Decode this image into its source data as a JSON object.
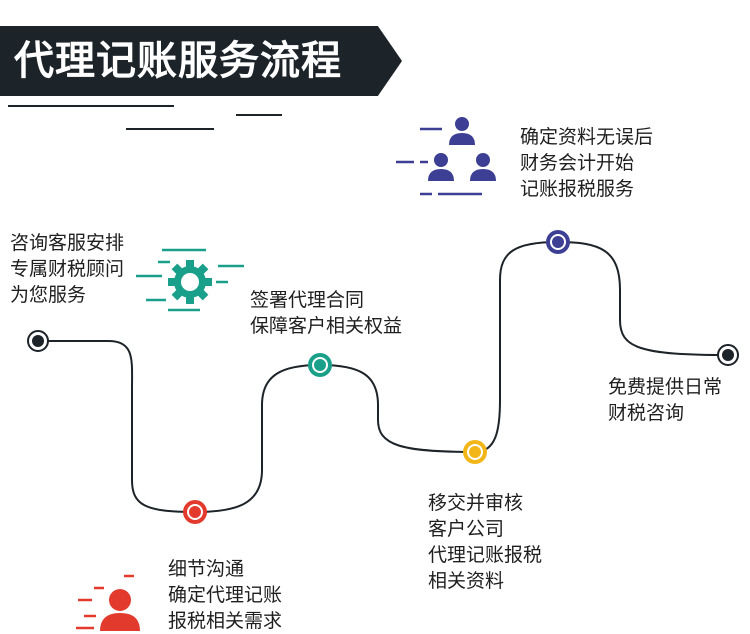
{
  "title": "代理记账服务流程",
  "colors": {
    "banner": "#1c2329",
    "path": "#1c2329",
    "teal": "#1aa08a",
    "red": "#e23b2e",
    "yellow": "#f2b619",
    "navy": "#3c3f93",
    "start_end": "#1c2329"
  },
  "steps": [
    {
      "lines": [
        "咨询客服安排",
        "专属财税顾问",
        "为您服务"
      ],
      "color": "dark",
      "icon": "none"
    },
    {
      "lines": [
        "细节沟通",
        "确定代理记账",
        "报税相关需求"
      ],
      "color": "red",
      "icon": "person-icon"
    },
    {
      "lines": [
        "签署代理合同",
        "保障客户相关权益"
      ],
      "color": "teal",
      "icon": "gear-icon"
    },
    {
      "lines": [
        "移交并审核",
        "客户公司",
        "代理记账报税",
        "相关资料"
      ],
      "color": "yellow",
      "icon": "none"
    },
    {
      "lines": [
        "确定资料无误后",
        "财务会计开始",
        "记账报税服务"
      ],
      "color": "navy",
      "icon": "team-icon"
    },
    {
      "lines": [
        "免费提供日常",
        "财税咨询"
      ],
      "color": "dark",
      "icon": "none"
    }
  ]
}
